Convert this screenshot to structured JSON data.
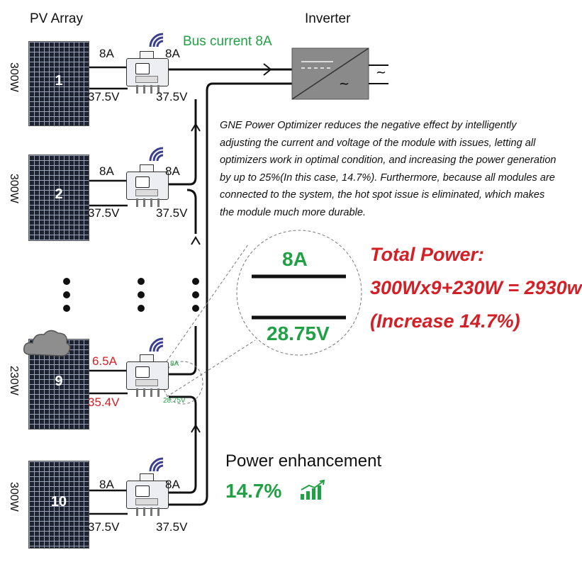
{
  "headers": {
    "pv_array": "PV Array",
    "inverter": "Inverter"
  },
  "bus_current": "Bus current 8A",
  "panels": [
    {
      "number": "1",
      "watt": "300W",
      "in_current": "8A",
      "out_current": "8A",
      "in_voltage": "37.5V",
      "out_voltage": "37.5V"
    },
    {
      "number": "2",
      "watt": "300W",
      "in_current": "8A",
      "out_current": "8A",
      "in_voltage": "37.5V",
      "out_voltage": "37.5V"
    },
    {
      "number": "9",
      "watt": "230W",
      "in_current": "6.5A",
      "out_current": "8A",
      "in_voltage": "35.4V",
      "out_voltage": "28.75V"
    },
    {
      "number": "10",
      "watt": "300W",
      "in_current": "8A",
      "out_current": "8A",
      "in_voltage": "37.5V",
      "out_voltage": "37.5V"
    }
  ],
  "description": "GNE Power Optimizer reduces the negative effect by intelligently adjusting the current and voltage of the module with issues, letting all optimizers work in optimal condition, and increasing the power generation by up to 25%(In this case, 14.7%). Furthermore, because all modules are connected to the system, the hot spot issue is eliminated, which makes the module much more durable.",
  "zoom": {
    "current": "8A",
    "voltage": "28.75V"
  },
  "total_power": {
    "title": "Total Power:",
    "formula": "300Wx9+230W = 2930w",
    "increase": "(Increase 14.7%)"
  },
  "enhancement": {
    "label": "Power enhancement",
    "value": "14.7%"
  },
  "inverter_symbols": {
    "ac": "~"
  },
  "colors": {
    "red": "#d31f26",
    "green": "#22a045",
    "wifi": "#3b3f8f"
  },
  "icons": [
    "wifi-icon",
    "cloud-icon",
    "bar-chart-icon",
    "optimizer-icon",
    "solar-panel-icon"
  ]
}
